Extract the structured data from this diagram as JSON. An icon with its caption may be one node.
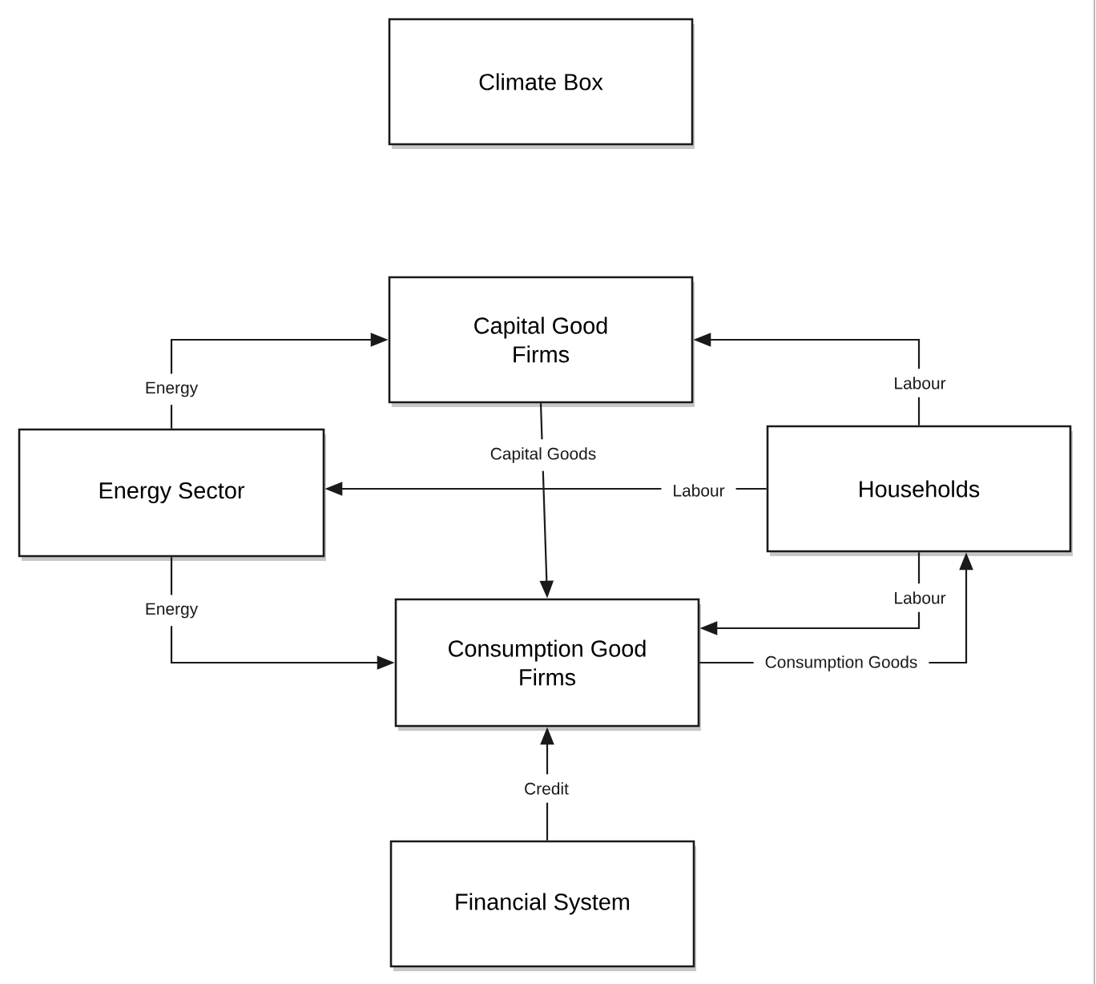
{
  "diagram": {
    "nodes": [
      {
        "text": [
          "Climate Box"
        ]
      },
      {
        "text": [
          "Capital Good Firms"
        ]
      },
      {
        "text": [
          "Energy Sector"
        ]
      },
      {
        "text": [
          "Households"
        ]
      },
      {
        "text": [
          "Consumption Good Firms"
        ]
      },
      {
        "text": [
          "Financial System"
        ]
      }
    ],
    "edges": [
      {
        "from": 2,
        "to": 1,
        "arrow": "to",
        "label": "Energy"
      },
      {
        "from": 3,
        "to": 1,
        "arrow": "to",
        "label": "Labour"
      },
      {
        "from": 3,
        "to": 2,
        "arrow": "to",
        "label": "Labour"
      },
      {
        "from": 1,
        "to": 4,
        "arrow": "to",
        "label": "Capital Goods"
      },
      {
        "from": 2,
        "to": 4,
        "arrow": "to",
        "label": "Energy"
      },
      {
        "from": 3,
        "to": 4,
        "arrow": "to",
        "label": "Labour"
      },
      {
        "from": 4,
        "to": 3,
        "arrow": "to",
        "label": "Consumption Goods"
      },
      {
        "from": 5,
        "to": 4,
        "arrow": "to",
        "label": "Credit"
      }
    ]
  }
}
